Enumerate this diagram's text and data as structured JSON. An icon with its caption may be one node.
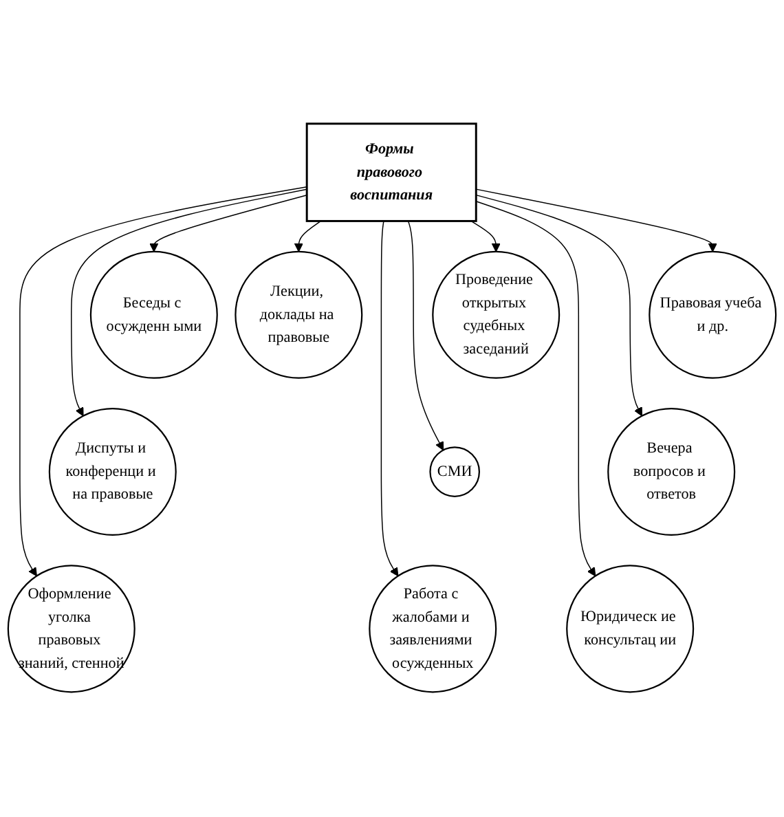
{
  "diagram": {
    "nodes": [
      {
        "text": [
          "Формы правового воспитания"
        ]
      },
      {
        "text": [
          "Беседы с осужденн ыми"
        ]
      },
      {
        "text": [
          "Проведение открытых судебных заседаний"
        ]
      },
      {
        "text": [
          "Правовая учеба и др."
        ]
      },
      {
        "text": [
          "Лекции, доклады на правовые"
        ]
      },
      {
        "text": [
          "СМИ"
        ]
      },
      {
        "text": [
          "Диспуты и конференци и на правовые"
        ]
      },
      {
        "text": [
          "Вечера вопросов и ответов"
        ]
      },
      {
        "text": [
          "Оформление уголка правовых знаний, стенной"
        ]
      },
      {
        "text": [
          "Работа с жалобами и заявлениями осужденных"
        ]
      },
      {
        "text": [
          "Юридическ ие консультац ии"
        ]
      }
    ],
    "edges": [
      {
        "from": 0,
        "to": 1,
        "arrow": "to"
      },
      {
        "from": 0,
        "to": 2,
        "arrow": "to"
      },
      {
        "from": 0,
        "to": 3,
        "arrow": "to"
      },
      {
        "from": 0,
        "to": 4,
        "arrow": "to"
      },
      {
        "from": 0,
        "to": 5,
        "arrow": "to"
      },
      {
        "from": 0,
        "to": 6,
        "arrow": "to"
      },
      {
        "from": 0,
        "to": 7,
        "arrow": "to"
      },
      {
        "from": 0,
        "to": 8,
        "arrow": "to"
      },
      {
        "from": 0,
        "to": 9,
        "arrow": "to"
      },
      {
        "from": 0,
        "to": 10,
        "arrow": "to"
      }
    ]
  }
}
